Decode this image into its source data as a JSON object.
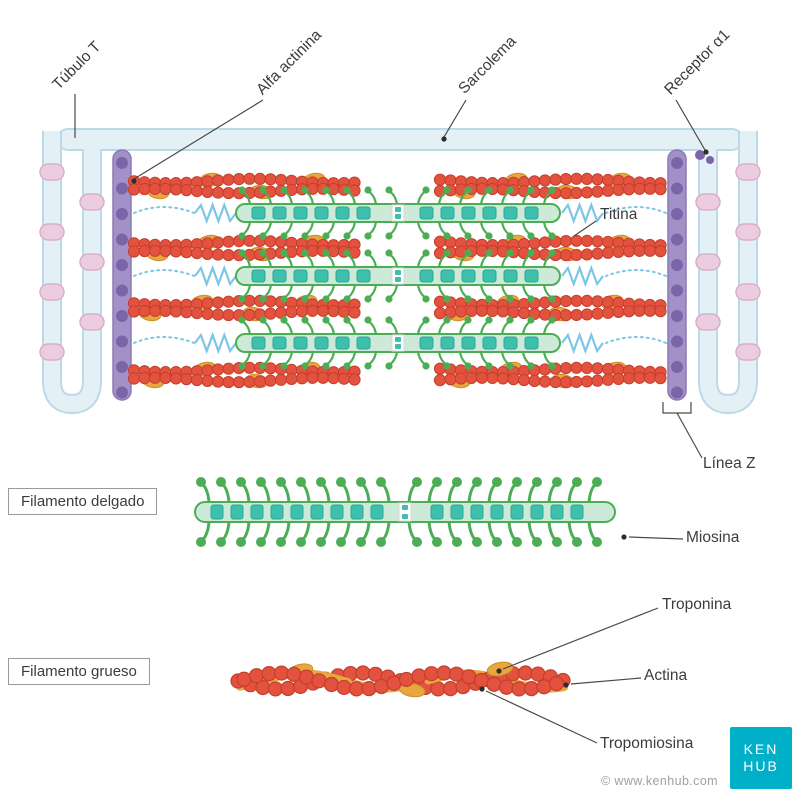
{
  "labels": {
    "tubulo_t": "Túbulo T",
    "alfa_actinina": "Alfa actinina",
    "sarcolema": "Sarcolema",
    "receptor_a1": "Receptor α1",
    "titina": "Titina",
    "linea_z": "Línea Z",
    "filamento_delgado": "Filamento delgado",
    "miosina": "Miosina",
    "troponina": "Troponina",
    "filamento_grueso": "Filamento grueso",
    "actina": "Actina",
    "tropomiosina": "Tropomiosina"
  },
  "footer": {
    "copyright": "© www.kenhub.com",
    "logo_line1": "KEN",
    "logo_line2": "HUB"
  },
  "palette": {
    "membrane_fill": "#e3f1f7",
    "membrane_stroke": "#bcd9e8",
    "tubule_ring": "#ecccdf",
    "tubule_ring_stroke": "#d9aecb",
    "z_disc_fill": "#a291c7",
    "z_disc_stroke": "#8d78b5",
    "z_disc_dot": "#7c64a9",
    "actin": "#e2523e",
    "actin_stroke": "#c43f2c",
    "tropomyosin": "#e8a63f",
    "tropomyosin_stroke": "#cf8d27",
    "myosin": "#4cae54",
    "myosin_body": "#cde9d8",
    "teal": "#3ec0ad",
    "teal_stroke": "#2aa795",
    "titin": "#7cc6e6",
    "brand_teal": "#00b0c8"
  }
}
